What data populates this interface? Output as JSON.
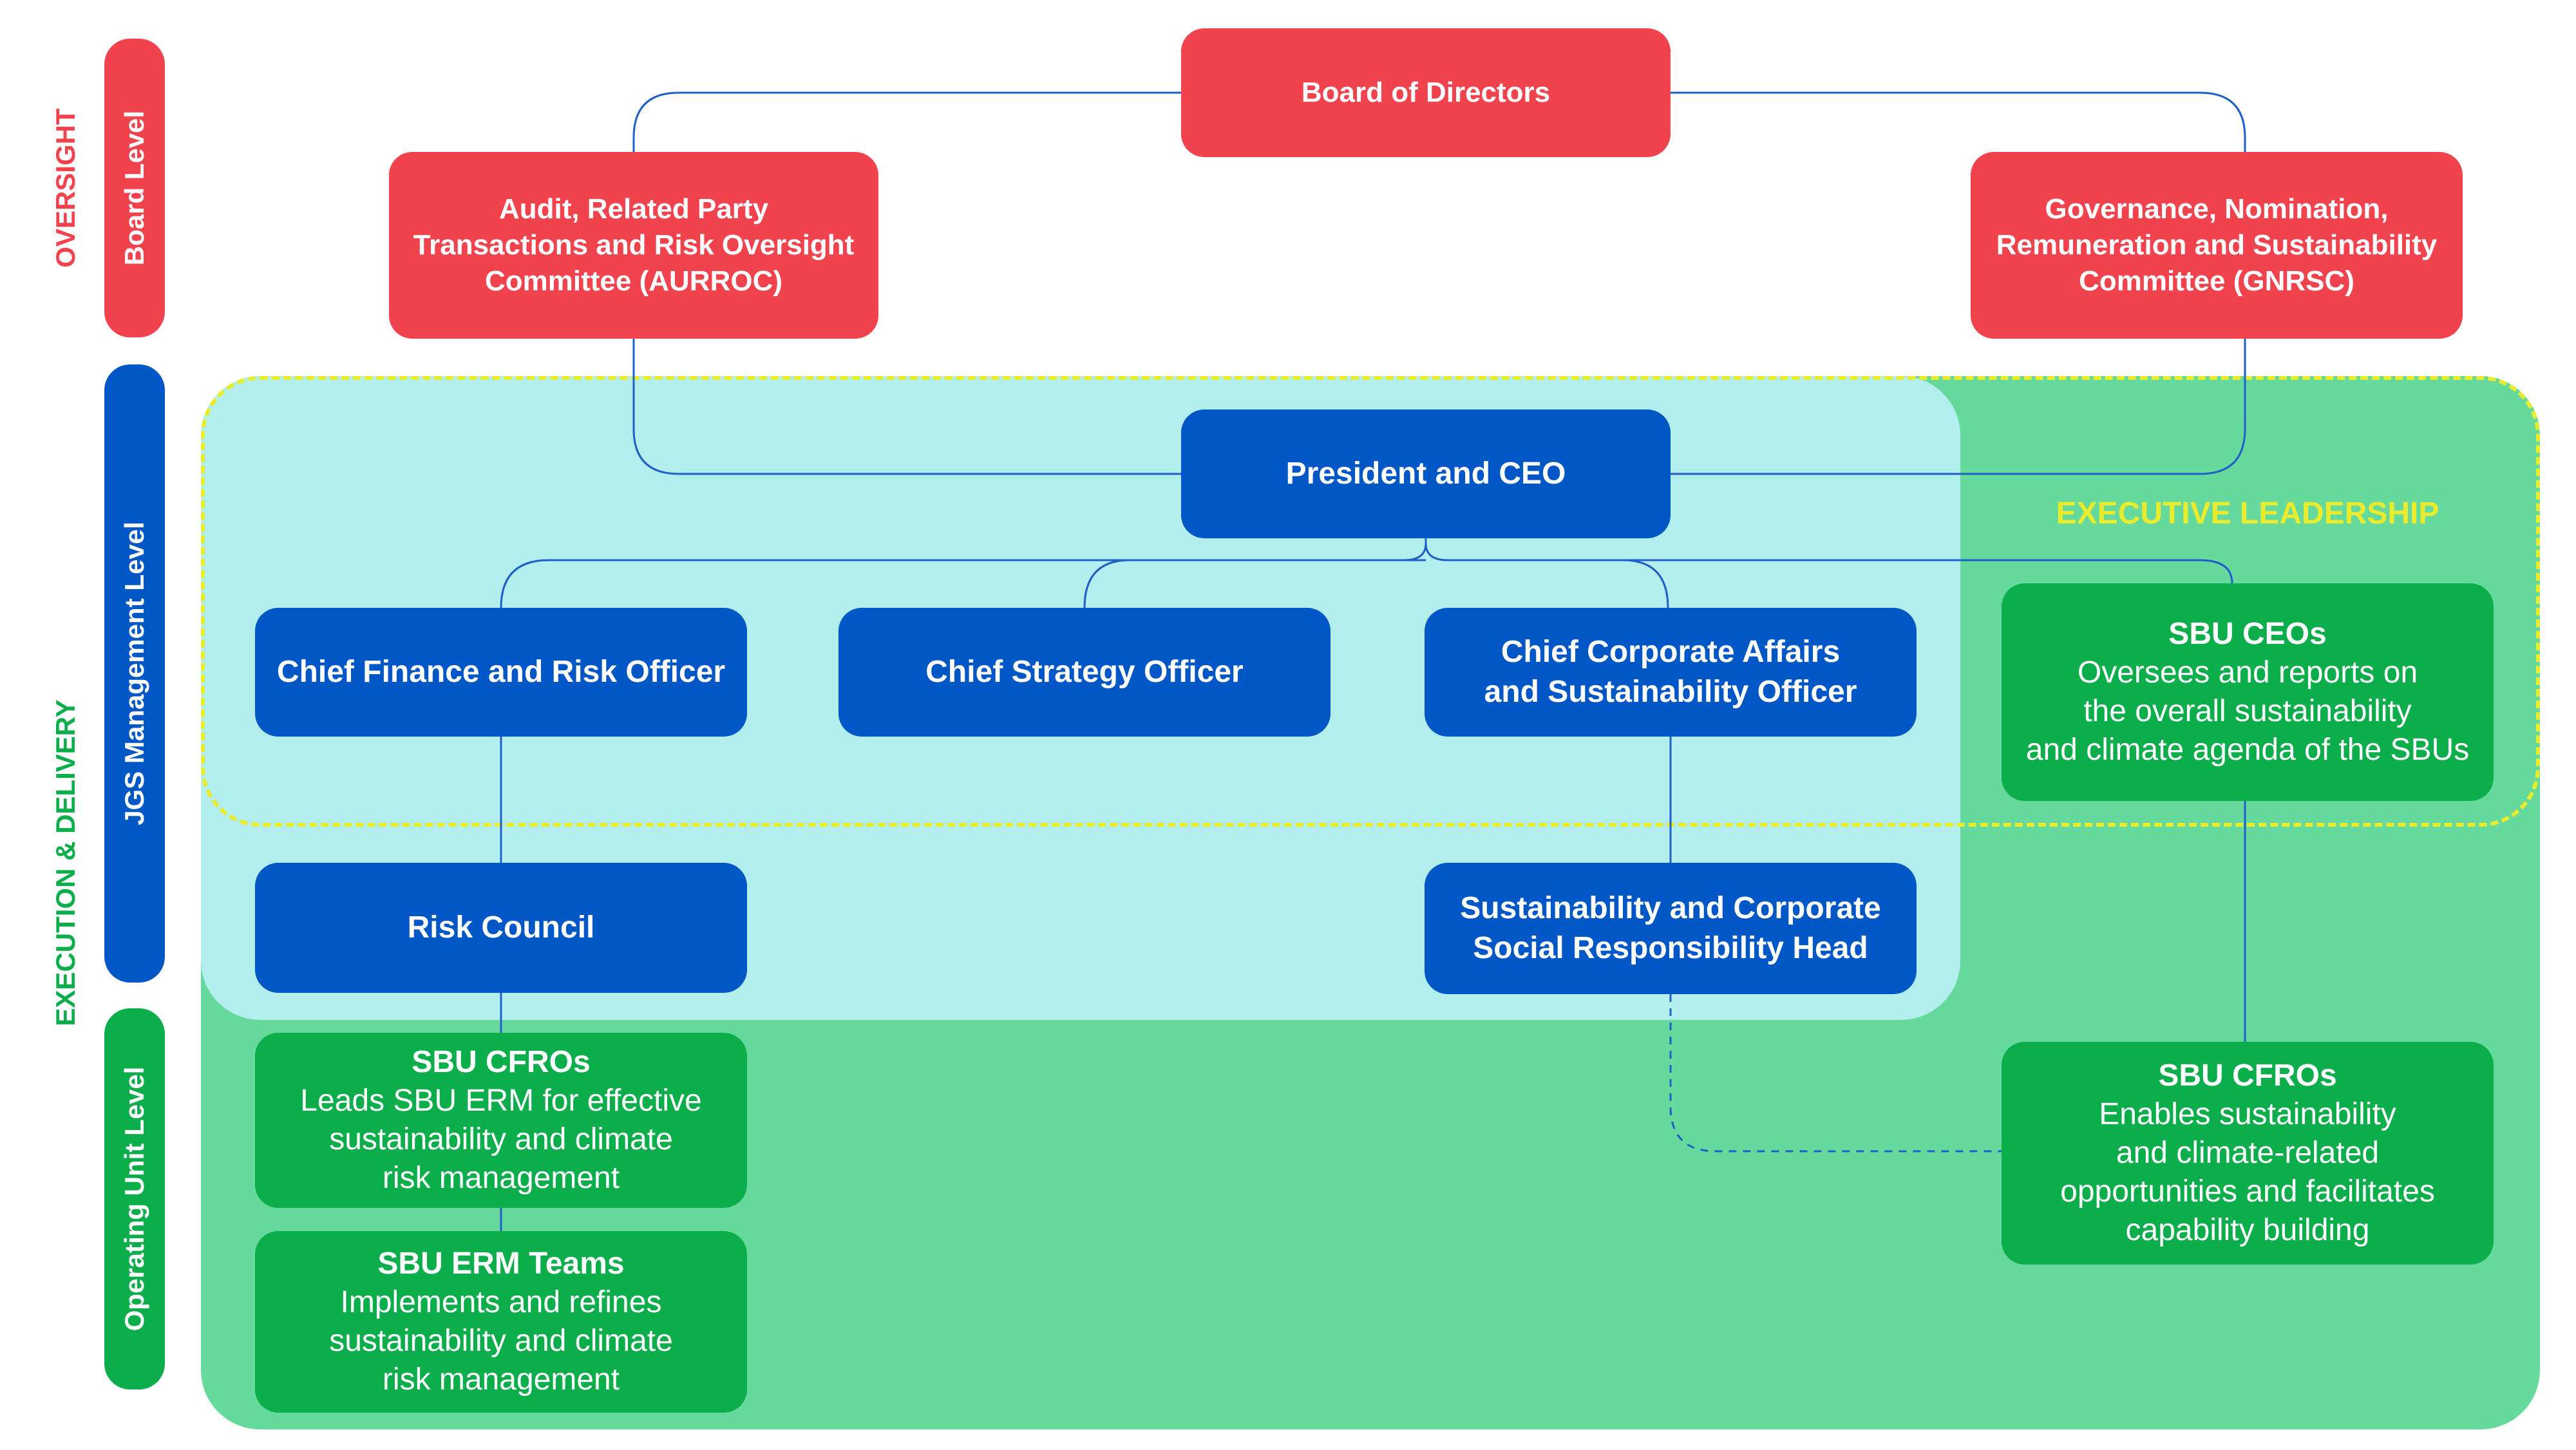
{
  "side_labels": {
    "oversight": "OVERSIGHT",
    "execution_delivery": "EXECUTION & DELIVERY"
  },
  "levels": {
    "board": "Board Level",
    "jgs_management": "JGS Management Level",
    "operating_unit": "Operating Unit Level"
  },
  "region_label": "EXECUTIVE LEADERSHIP",
  "nodes": {
    "board_of_directors": {
      "lines": [
        "Board of Directors"
      ]
    },
    "aurroc": {
      "lines": [
        "Audit, Related Party",
        "Transactions and Risk Oversight",
        "Committee (AURROC)"
      ]
    },
    "gnrsc": {
      "lines": [
        "Governance, Nomination,",
        "Remuneration and Sustainability",
        "Committee (GNRSC)"
      ]
    },
    "president_ceo": {
      "lines": [
        "President and CEO"
      ]
    },
    "cfro": {
      "lines": [
        "Chief Finance and Risk Officer"
      ]
    },
    "cso": {
      "lines": [
        "Chief Strategy Officer"
      ]
    },
    "ccaso": {
      "lines": [
        "Chief Corporate Affairs",
        "and Sustainability Officer"
      ]
    },
    "risk_council": {
      "lines": [
        "Risk Council"
      ]
    },
    "csr_head": {
      "lines": [
        "Sustainability and Corporate",
        "Social Responsibility Head"
      ]
    },
    "sbu_ceos": {
      "title": "SBU CEOs",
      "lines": [
        "Oversees and reports on",
        "the overall sustainability",
        "and climate agenda of the SBUs"
      ]
    },
    "sbu_cfros_left": {
      "title": "SBU CFROs",
      "lines": [
        "Leads SBU ERM for effective",
        "sustainability and climate",
        "risk management"
      ]
    },
    "sbu_erm_teams": {
      "title": "SBU ERM Teams",
      "lines": [
        "Implements and refines",
        "sustainability and climate",
        "risk management"
      ]
    },
    "sbu_cfros_right": {
      "title": "SBU CFROs",
      "lines": [
        "Enables sustainability",
        "and climate-related",
        "opportunities and facilitates",
        "capability building"
      ]
    }
  },
  "colors": {
    "board_red": "#f0434e",
    "management_blue": "#0157c5",
    "operating_green": "#0cae4c",
    "region_green": "#66d99c",
    "region_cyan": "#b3eeee",
    "executive_yellow": "#e8ec2c",
    "connector_blue": "#1f5fc8"
  }
}
